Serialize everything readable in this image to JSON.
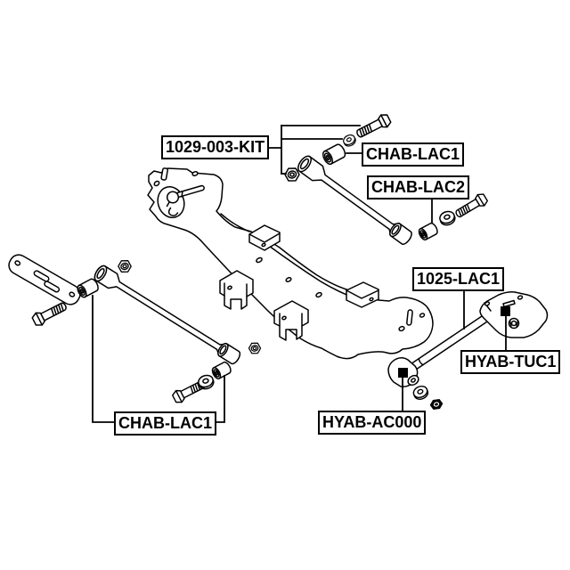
{
  "diagram": {
    "type": "exploded-parts-diagram",
    "subject": "rear-suspension-crossmember-and-arms",
    "colors": {
      "background": "#ffffff",
      "line": "#000000",
      "marker": "#000000"
    },
    "labels": {
      "kit": "1029-003-KIT",
      "chab_lac1_top": "CHAB-LAC1",
      "chab_lac2": "CHAB-LAC2",
      "lac_1025": "1025-LAC1",
      "hyab_tuc1": "HYAB-TUC1",
      "hyab_ac000": "HYAB-AC000",
      "chab_lac1_bottom": "CHAB-LAC1"
    },
    "parts": [
      "crossmember",
      "mount-plate",
      "lateral-arm-upper",
      "lateral-arm-lower",
      "trailing-arm",
      "trailing-arm-bracket",
      "bolt",
      "washer",
      "nut",
      "bushing"
    ]
  }
}
